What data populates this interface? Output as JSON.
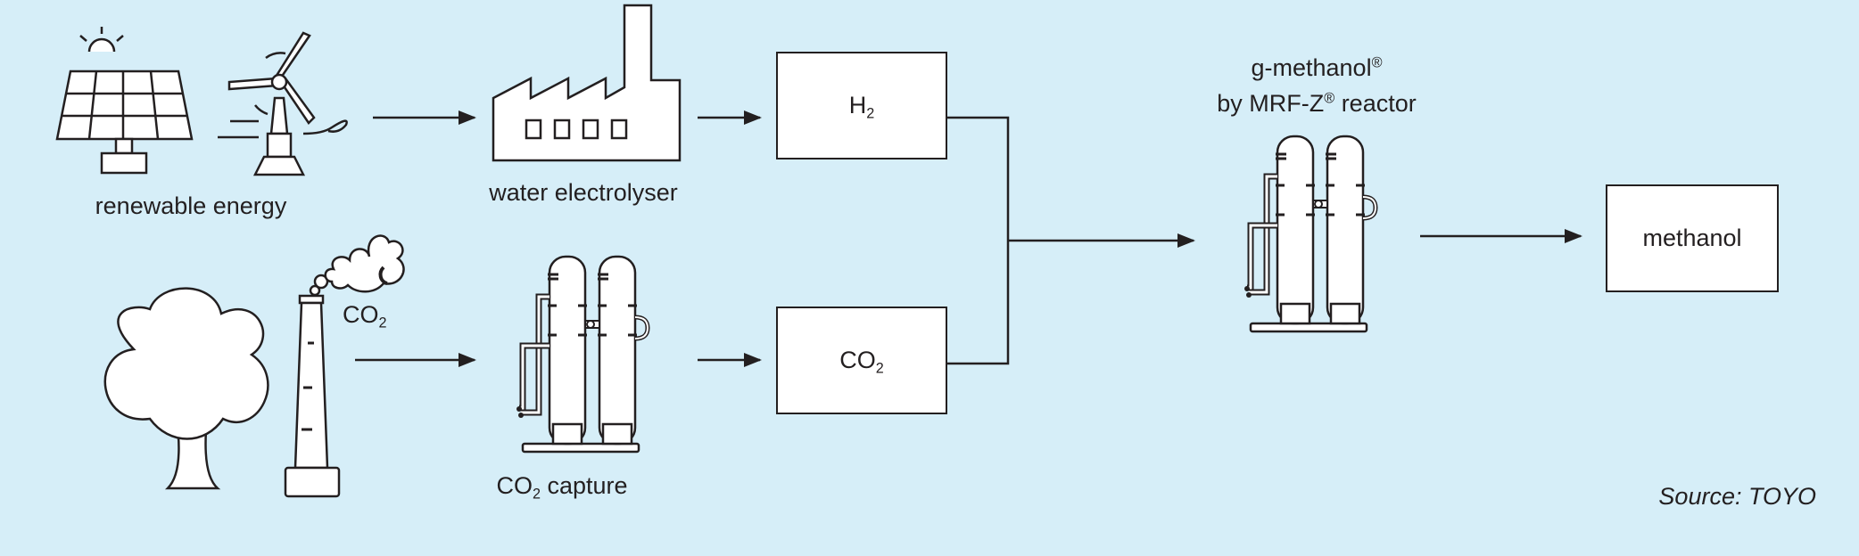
{
  "colors": {
    "background": "#d6eef8",
    "stroke": "#231f20",
    "fill": "#ffffff"
  },
  "icons": [
    "solar-panel-icon",
    "wind-turbine-icon",
    "factory-icon",
    "tree-icon",
    "chimney-icon",
    "smoke-cloud-icon",
    "capture-reactor-icon",
    "methanol-reactor-icon"
  ],
  "labels": {
    "renewable_energy": "renewable energy",
    "water_electrolyser": "water electrolyser",
    "co2_emission_main": "CO",
    "co2_emission_sub": "2",
    "co2_capture_main": "CO",
    "co2_capture_sub": "2",
    "co2_capture_rest": " capture",
    "reactor_line1_main": "g-methanol",
    "reactor_line1_reg": "®",
    "reactor_line2_main": "by MRF-Z",
    "reactor_line2_reg": "®",
    "reactor_line2_rest": " reactor"
  },
  "boxes": {
    "h2_main": "H",
    "h2_sub": "2",
    "co2_main": "CO",
    "co2_sub": "2",
    "methanol": "methanol"
  },
  "source": "Source: TOYO"
}
